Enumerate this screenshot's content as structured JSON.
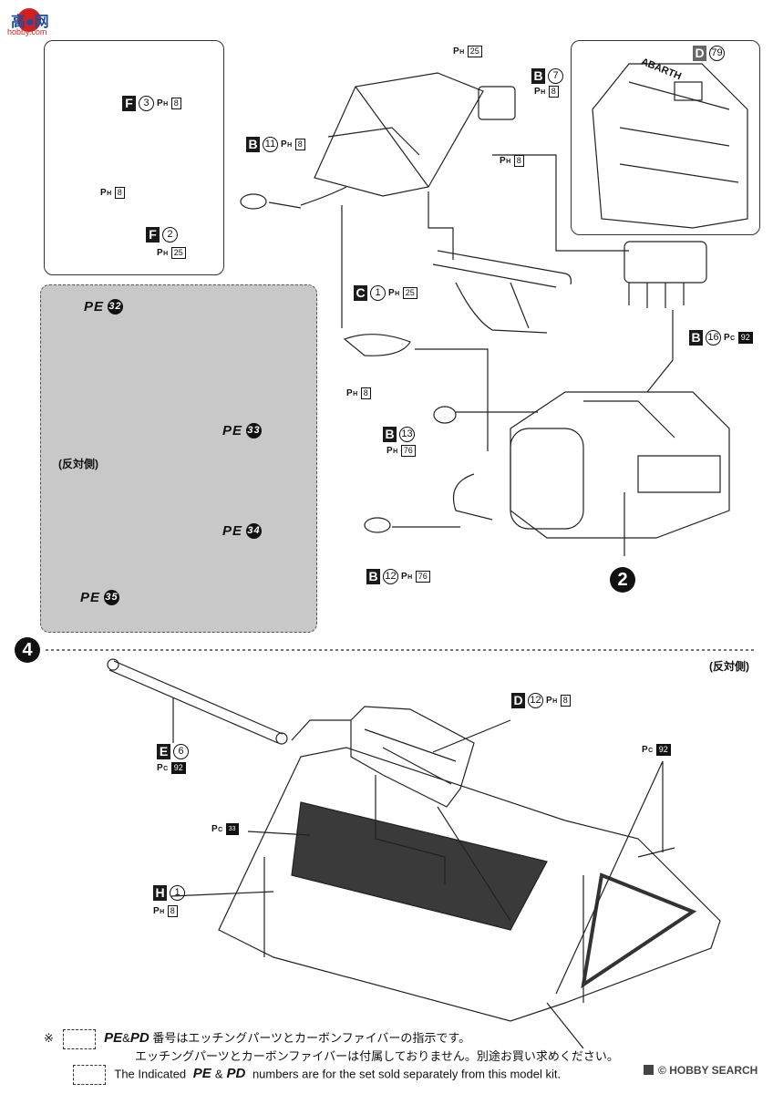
{
  "watermark": {
    "logo_text": "高●网",
    "logo_sub": "hobby.com"
  },
  "panel_left": {
    "f3": {
      "letter": "F",
      "num": "3",
      "ph": "8"
    },
    "ph8": {
      "ph": "8"
    },
    "f2": {
      "letter": "F",
      "num": "2",
      "ph": "25"
    }
  },
  "center": {
    "ph25_top": {
      "ph": "25"
    },
    "b7": {
      "letter": "B",
      "num": "7",
      "ph": "8"
    },
    "ph8_right": {
      "ph": "8"
    },
    "b11": {
      "letter": "B",
      "num": "11",
      "ph": "8"
    },
    "c1": {
      "letter": "C",
      "num": "1",
      "ph": "25"
    },
    "ph8_mid": {
      "ph": "8"
    },
    "b13": {
      "letter": "B",
      "num": "13",
      "ph": "76"
    },
    "b12": {
      "letter": "B",
      "num": "12",
      "ph": "76"
    }
  },
  "panel_right": {
    "d79": {
      "letter": "D",
      "num": "79"
    },
    "engine_text": "ABARTH"
  },
  "b16": {
    "letter": "B",
    "num": "16",
    "pc": "92"
  },
  "step2": "2",
  "pe_panel": {
    "pe32": {
      "label": "PE",
      "num": "32"
    },
    "pe33": {
      "label": "PE",
      "num": "33"
    },
    "opposite": "(反対側)",
    "pe34": {
      "label": "PE",
      "num": "34"
    },
    "pe35": {
      "label": "PE",
      "num": "35"
    }
  },
  "step4": "4",
  "opposite_right": "(反対側)",
  "lower": {
    "e6": {
      "letter": "E",
      "num": "6",
      "pc": "92"
    },
    "d12": {
      "letter": "D",
      "num": "12",
      "ph": "8"
    },
    "pc92_right": {
      "pc": "92"
    },
    "pc33": {
      "pc": "33"
    },
    "h1": {
      "letter": "H",
      "num": "1",
      "ph": "8"
    }
  },
  "footer": {
    "mark": "※",
    "jp_line1_tail": "番号はエッチングパーツとカーボンファイバーの指示です。",
    "jp_line2": "エッチングパーツとカーボンファイバーは付属しておりません。別途お買い求めください。",
    "en_line_head": "The Indicated",
    "en_line_tail": "numbers are for the set sold separately from this model kit.",
    "pe_mark": "PE",
    "amp": "&",
    "pd_mark": "PD",
    "brand": "HOBBY SEARCH",
    "brand_prefix": "©"
  }
}
